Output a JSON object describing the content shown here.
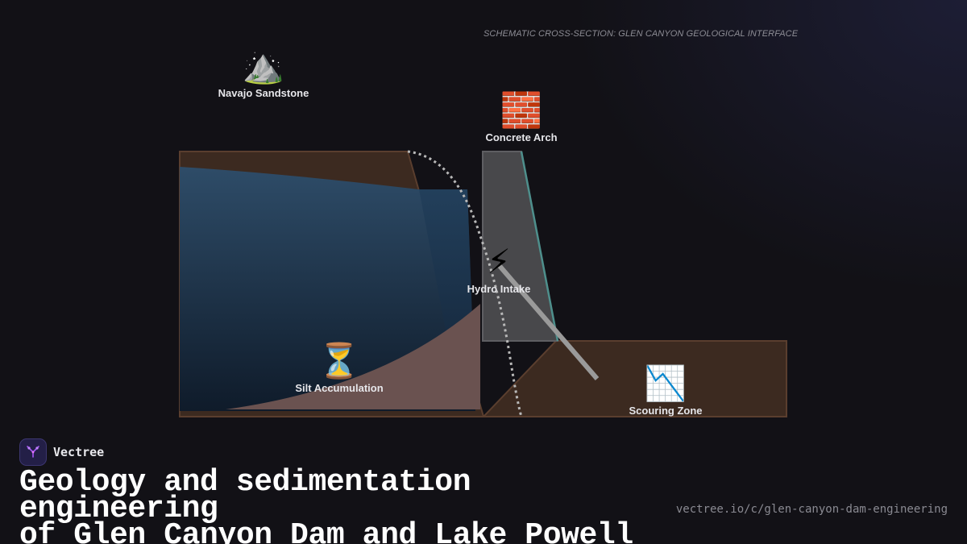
{
  "diagram": {
    "caption": "SCHEMATIC CROSS-SECTION: GLEN CANYON GEOLOGICAL INTERFACE",
    "labels": {
      "sandstone": "Navajo Sandstone",
      "concrete": "Concrete Arch",
      "intake": "Hydro Intake",
      "silt": "Silt Accumulation",
      "scour": "Scouring Zone"
    },
    "icons": {
      "sandstone": "⛰️",
      "concrete": "🧱",
      "intake": "⚡",
      "silt": "⏳",
      "scour": "📉"
    },
    "colors": {
      "rock": "#3c2a20",
      "rock_edge": "#5a3e2e",
      "water_top": "#2d4b66",
      "water_bottom": "#0f1c2b",
      "silt": "#6a5250",
      "dam": "#48484b",
      "dam_edge": "#4e8f8c",
      "pipe": "#9a9a9a",
      "fault": "#b8b8b8"
    }
  },
  "footer": {
    "brand": "Vectree",
    "title_line1": "Geology and sedimentation engineering",
    "title_line2": "of Glen Canyon Dam and Lake Powell",
    "url": "vectree.io/c/glen-canyon-dam-engineering"
  }
}
